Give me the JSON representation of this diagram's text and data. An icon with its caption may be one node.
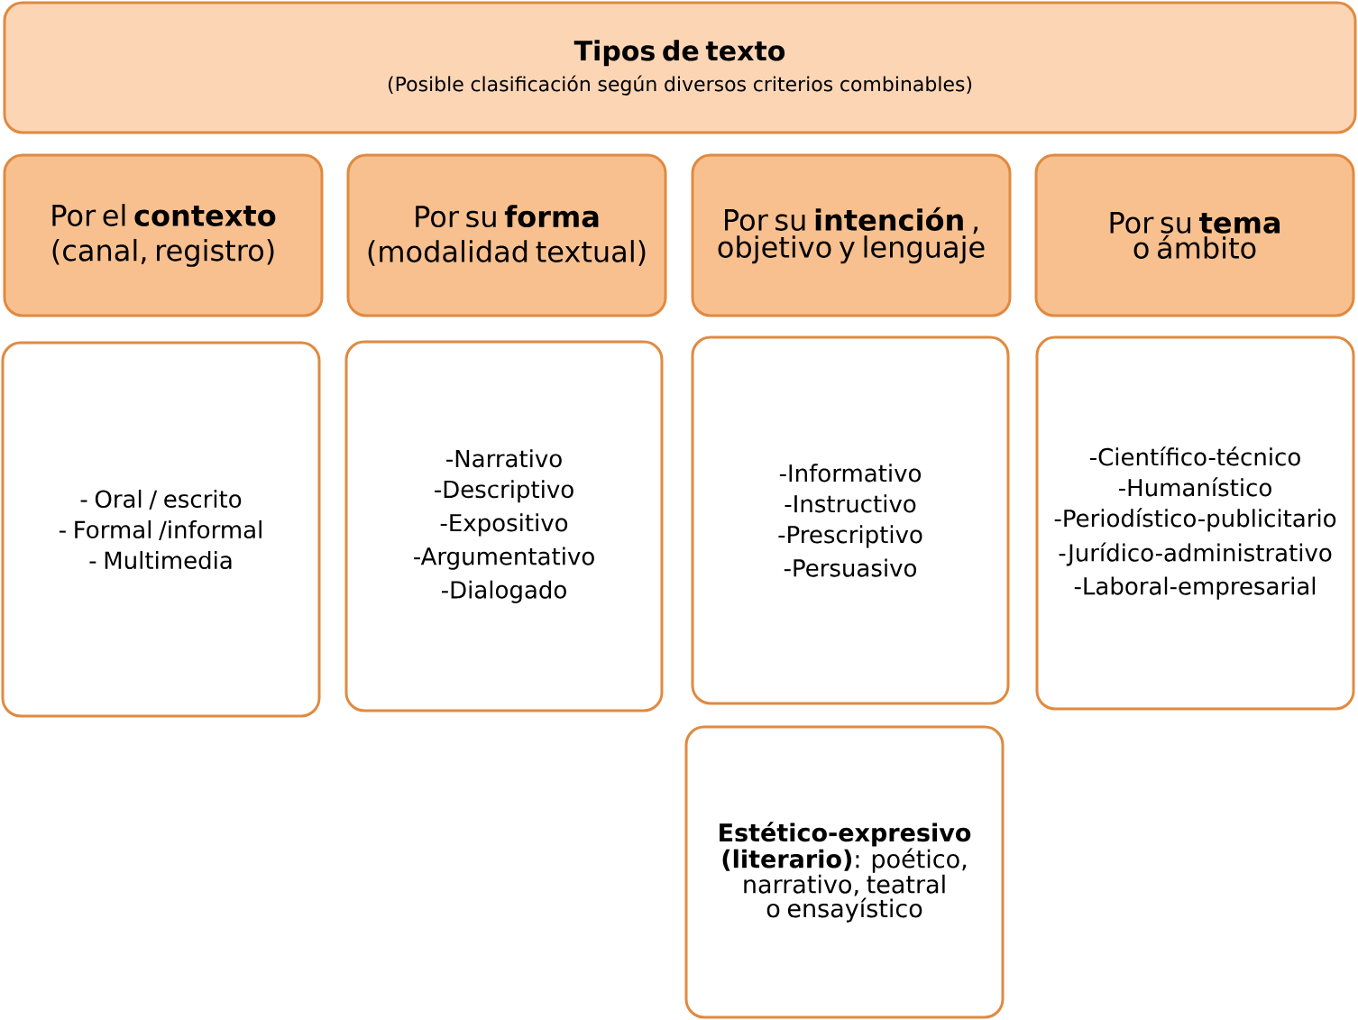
{
  "diagram": {
    "nodes": [
      {
        "text": [
          "Tipos de texto",
          "(Posible clasificación según diversos criterios combinables)"
        ]
      },
      {
        "text": [
          "Por el **contexto**",
          "(canal, registro)"
        ]
      },
      {
        "text": [
          "Por su **forma**",
          "(modalidad textual)"
        ]
      },
      {
        "text": [
          "Por su **intención** , objetivo y lenguaje"
        ]
      },
      {
        "text": [
          "Por su **tema** o ámbito"
        ]
      },
      {
        "text": [
          "- Oral / escrito",
          "- Formal /informal",
          "- Multimedia"
        ]
      },
      {
        "text": [
          "-Narrativo",
          "-Descriptivo",
          "-Expositivo",
          "-Argumentativo",
          "-Dialogado"
        ]
      },
      {
        "text": [
          "-Informativo",
          "-Instructivo",
          "-Prescriptivo",
          "-Persuasivo"
        ]
      },
      {
        "text": [
          "-Científico-técnico",
          "-Humanístico",
          "-Periodístico-publicitario",
          "-Jurídico-administrativo",
          "-Laboral-empresarial"
        ]
      },
      {
        "text": [
          "**Estético-expresivo (literario)**: poético, narrativo, teatral o ensayístico"
        ]
      }
    ]
  }
}
